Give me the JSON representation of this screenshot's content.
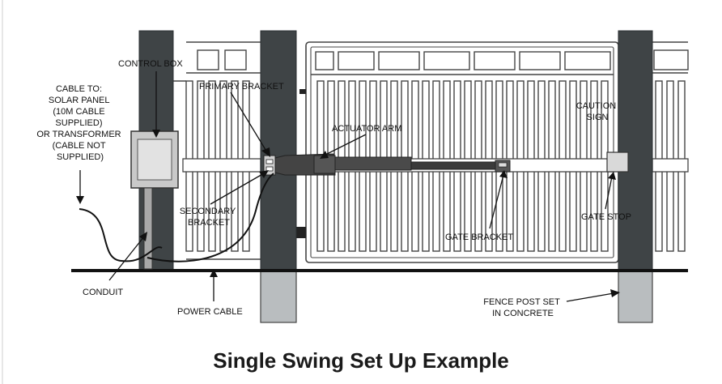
{
  "diagram": {
    "title": "Single Swing Set Up Example",
    "labels": {
      "control_box": "CONTROL BOX",
      "cable_to": [
        "CABLE TO:",
        "SOLAR PANEL",
        "(10M CABLE",
        "SUPPLIED)",
        "OR TRANSFORMER",
        "(CABLE NOT",
        "SUPPLIED)"
      ],
      "primary_bracket": "PRIMARY BRACKET",
      "actuator_arm": "ACTUATOR ARM",
      "caution_sign": [
        "CAUTION",
        "SIGN"
      ],
      "secondary_bracket": [
        "SECONDARY",
        "BRACKET"
      ],
      "gate_stop": "GATE STOP",
      "gate_bracket": "GATE BRACKET",
      "conduit": "CONDUIT",
      "power_cable": "POWER CABLE",
      "fence_post": [
        "FENCE POST SET",
        "IN CONCRETE"
      ]
    }
  }
}
